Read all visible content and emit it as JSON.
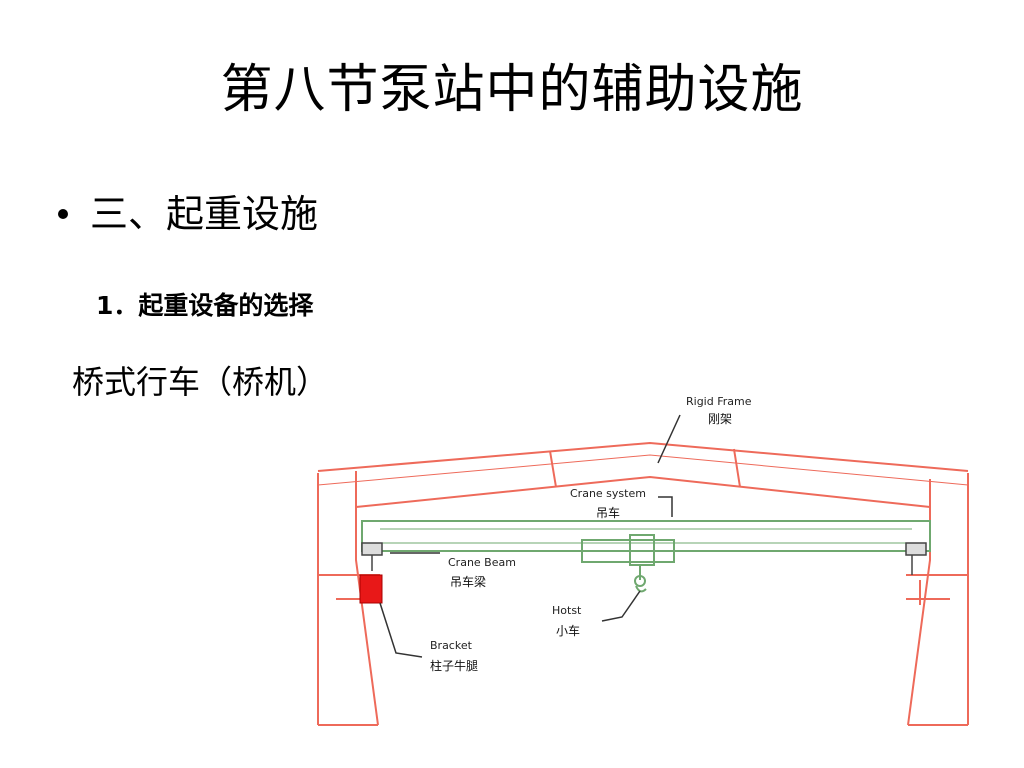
{
  "slide": {
    "title": "第八节泵站中的辅助设施",
    "bullet": "三、起重设施",
    "subheading": "1．起重设备的选择",
    "caption": "桥式行车（桥机）"
  },
  "diagram": {
    "labels": {
      "rigid_frame_en": "Rigid Frame",
      "rigid_frame_cn": "刚架",
      "crane_system_en": "Crane system",
      "crane_system_cn": "吊车",
      "crane_beam_en": "Crane Beam",
      "crane_beam_cn": "吊车梁",
      "hoist_en": "Hotst",
      "hoist_cn": "小车",
      "bracket_en": "Bracket",
      "bracket_cn": "柱子牛腿"
    },
    "colors": {
      "frame": "#ee6a5a",
      "crane": "#6fa86f",
      "bracket_fill": "#e81818",
      "leader": "#333333"
    }
  }
}
